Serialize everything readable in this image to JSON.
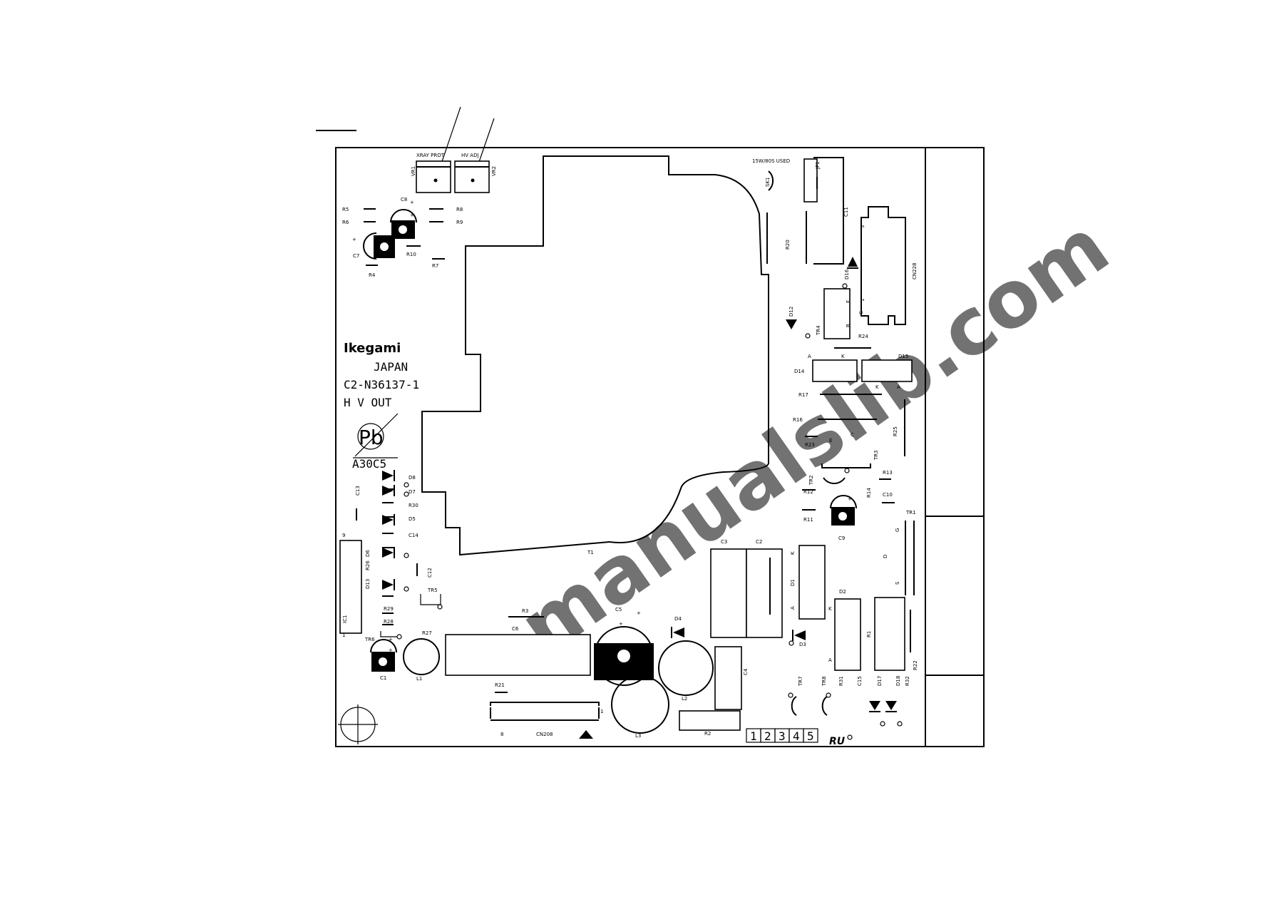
{
  "watermark": "manualslib.com",
  "brand": "Ikegami",
  "country": "JAPAN",
  "board_number": "C2-N36137-1",
  "board_name": "H V OUT",
  "lead_free_mark": "Pb",
  "board_code": "A30C5",
  "pot_labels": {
    "xray": "XRAY PROT",
    "hv": "HV ADJ"
  },
  "jumper_note": "15W/80S USED",
  "lot_boxes": [
    "1",
    "2",
    "3",
    "4",
    "5"
  ],
  "ul_mark": "RU",
  "designators": {
    "VR1": "VR1",
    "VR2": "VR2",
    "R5": "R5",
    "R6": "R6",
    "R8": "R8",
    "R9": "R9",
    "C6a": "C8",
    "C7": "C7",
    "R10": "R10",
    "R7": "R7",
    "R4": "R4",
    "T1": "T1",
    "SK1": "SK1",
    "JP1": "JP1",
    "C11": "C11",
    "R20": "R20",
    "CN228": "CN228",
    "D16": "D16",
    "D12": "D12",
    "TR4": "TR4",
    "R24": "R24",
    "D14": "D14",
    "D15": "D15",
    "R17": "R17",
    "R16": "R16",
    "R25": "R25",
    "R23": "R23",
    "TR3": "TR3",
    "TR2": "TR2",
    "R13": "R13",
    "R12": "R12",
    "R14": "R14",
    "C10": "C10",
    "R11": "R11",
    "C9": "C9",
    "TR1": "TR1",
    "C13": "C13",
    "D8": "D8",
    "D7": "D7",
    "R30": "R30",
    "D5": "D5",
    "C14": "C14",
    "D6": "D6",
    "R26": "R26",
    "D13": "D13",
    "C12": "C12",
    "TR5": "TR5",
    "IC1": "IC1",
    "R29": "R29",
    "R28": "R28",
    "TR6": "TR6",
    "R27": "R27",
    "C1": "C1",
    "L1": "L1",
    "R3": "R3",
    "C6": "C6",
    "C5": "C5",
    "D4": "D4",
    "C3": "C3",
    "C2": "C2",
    "D1": "D1",
    "D3": "D3",
    "D2": "D2",
    "R1": "R1",
    "R22": "R22",
    "R21": "R21",
    "CN208": "CN208",
    "L3": "L3",
    "L2": "L2",
    "C4": "C4",
    "R2": "R2",
    "TR7": "TR7",
    "TR8": "TR8",
    "R31": "R31",
    "C15": "C15",
    "D17": "D17",
    "D18": "D18",
    "R32": "R32"
  },
  "pins": {
    "A": "A",
    "K": "K",
    "E": "E",
    "C": "C",
    "B": "B",
    "G": "G",
    "D": "D",
    "S": "S",
    "p1": "1",
    "p3": "3",
    "p8": "8",
    "p9": "9",
    "plus": "+"
  }
}
